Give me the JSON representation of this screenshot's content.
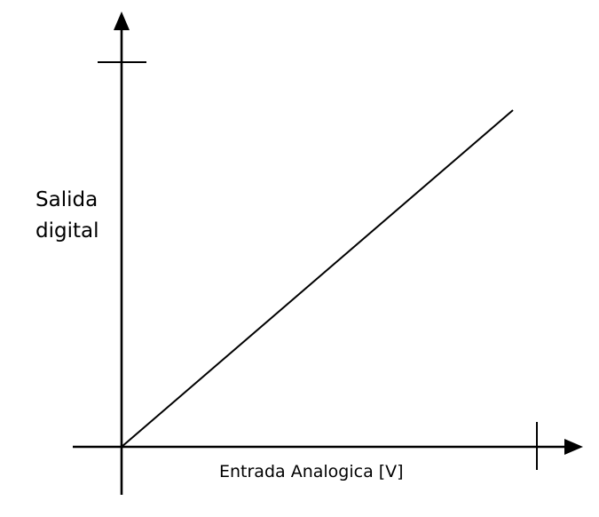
{
  "diagram": {
    "y_axis_label_line1": "Salida",
    "y_axis_label_line2": "digital",
    "x_axis_label": "Entrada Analogica [V]",
    "line_color": "#000000"
  }
}
